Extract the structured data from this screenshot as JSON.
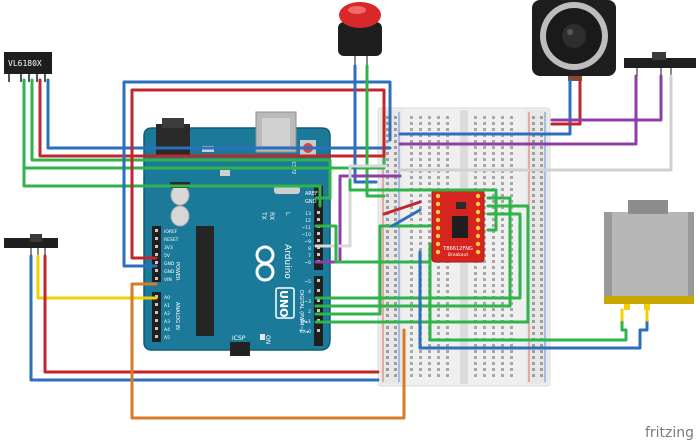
{
  "sensor": {
    "label": "VL6180X"
  },
  "arduino": {
    "brand": "Arduino",
    "model": "UNO",
    "on_label": "ON",
    "icsp_label": "ICSP",
    "icsp2_label": "ICSP2",
    "power_label": "POWER",
    "analog_label": "ANALOG IN",
    "digital_label": "DIGITAL (PWM~)",
    "aref_label": "AREF",
    "gnd_label": "GND",
    "tx_label": "TX",
    "rx_label": "RX",
    "l_label": "L",
    "power_pins": [
      "IOREF",
      "RESET",
      "3V3",
      "5V",
      "GND",
      "GND",
      "VIN"
    ],
    "analog_pins": [
      "A0",
      "A1",
      "A2",
      "A3",
      "A4",
      "A5"
    ],
    "digital_pins": [
      "13",
      "12",
      "~11",
      "~10",
      "~9",
      "8",
      "7",
      "~6",
      "~5",
      "4",
      "~3",
      "2",
      "TX▸1",
      "RX◂0"
    ]
  },
  "driver": {
    "label_line1": "TB6612FNG",
    "label_line2": "Breakout"
  },
  "watermark": "fritzing",
  "colors": {
    "wire_red": "#c0272d",
    "wire_blue": "#2b6fbd",
    "wire_green": "#2fb34a",
    "wire_purple": "#8e3fa6",
    "wire_yellow": "#f2d000",
    "wire_orange": "#d9792a",
    "wire_white": "#ffffff",
    "board_teal": "#1b7a9a",
    "driver_red": "#d6251f",
    "button_red": "#d8282a",
    "breadboard": "#f1f1f1"
  }
}
